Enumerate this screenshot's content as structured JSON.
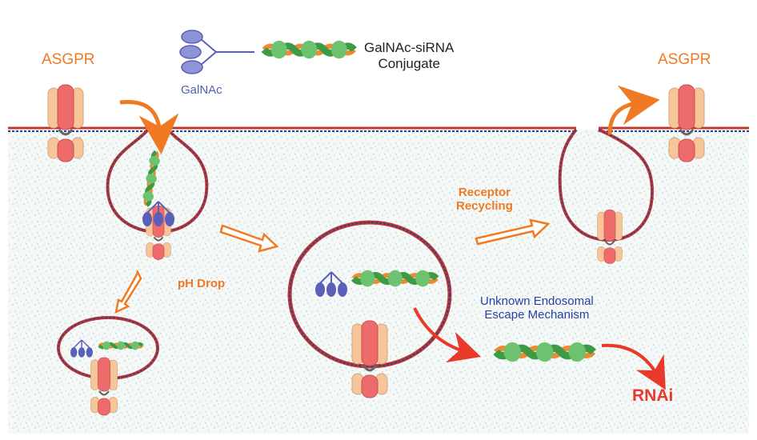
{
  "labels": {
    "asgpr_left": "ASGPR",
    "asgpr_right": "ASGPR",
    "galnac": "GalNAc",
    "conjugate_line1": "GalNAc-siRNA",
    "conjugate_line2": "Conjugate",
    "receptor_recycling_line1": "Receptor",
    "receptor_recycling_line2": "Recycling",
    "ph_drop": "pH Drop",
    "escape_line1": "Unknown Endosomal",
    "escape_line2": "Escape Mechanism",
    "rnai": "RNAi"
  },
  "colors": {
    "orange": "#f07a24",
    "blue_text": "#2a3fa8",
    "galnac_purple": "#5a5fb8",
    "sirna_green": "#4caf50",
    "sirna_orange": "#f08a30",
    "receptor_peach": "#f7c59a",
    "receptor_pink": "#ee6b6b",
    "rnai_red": "#e8392a",
    "membrane_red": "#c0392b",
    "membrane_blue": "#2c3e9e"
  }
}
